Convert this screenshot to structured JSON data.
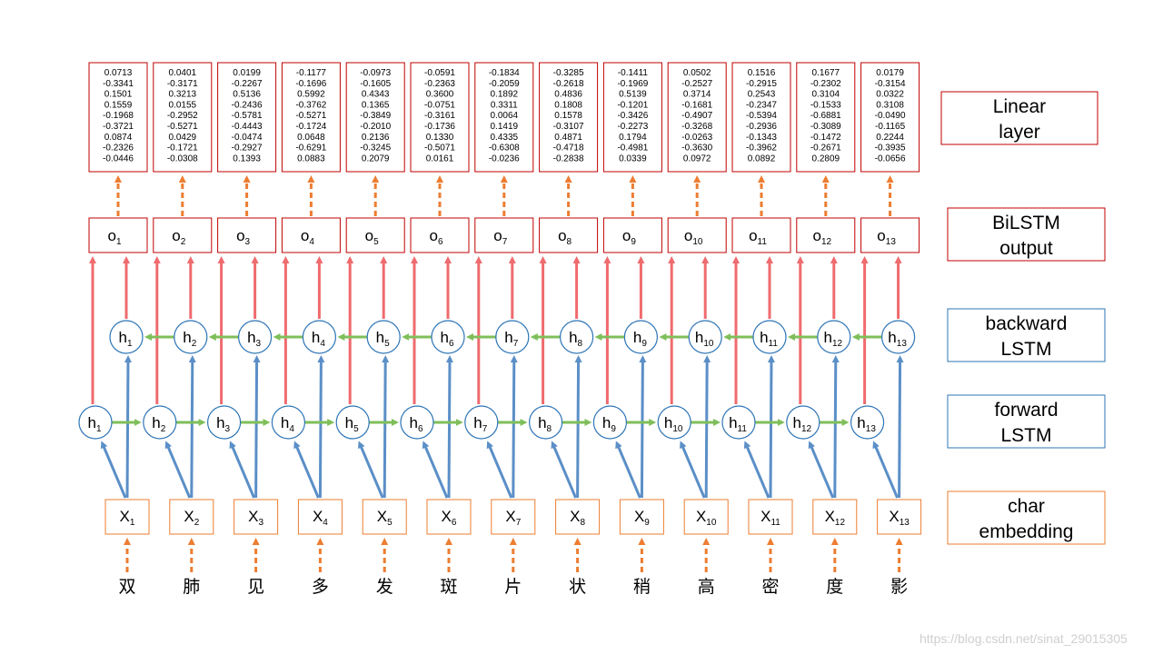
{
  "colors": {
    "red": "#e8383d",
    "red_arrow": "#ef6b6e",
    "blue": "#5b8fc7",
    "blue_border": "#2e75b6",
    "green": "#7fbf5a",
    "orange": "#ed7d31",
    "dark_red_border": "#c00000"
  },
  "layer_labels": [
    {
      "key": "linear",
      "lines": [
        "Linear",
        "layer"
      ],
      "color": "#c00000"
    },
    {
      "key": "bilstm_output",
      "lines": [
        "BiLSTM",
        "output"
      ],
      "color": "#c00000"
    },
    {
      "key": "backward",
      "lines": [
        "backward",
        "LSTM"
      ],
      "color": "#2e75b6"
    },
    {
      "key": "forward",
      "lines": [
        "forward",
        "LSTM"
      ],
      "color": "#2e75b6"
    },
    {
      "key": "char_embedding",
      "lines": [
        "char",
        "embedding"
      ],
      "color": "#ed7d31"
    }
  ],
  "chars": [
    "双",
    "肺",
    "见",
    "多",
    "发",
    "斑",
    "片",
    "状",
    "稍",
    "高",
    "密",
    "度",
    "影"
  ],
  "output_symbol": "o",
  "hidden_symbol": "h",
  "input_symbol": "x",
  "linear_vectors": [
    [
      "0.0713",
      "-0.3341",
      "0.1501",
      "0.1559",
      "-0.1968",
      "-0.3721",
      "0.0874",
      "-0.2326",
      "-0.0446"
    ],
    [
      "0.0401",
      "-0.3171",
      "0.3213",
      "0.0155",
      "-0.2952",
      "-0.5271",
      "0.0429",
      "-0.1721",
      "-0.0308"
    ],
    [
      "0.0199",
      "-0.2267",
      "0.5136",
      "-0.2436",
      "-0.5781",
      "-0.4443",
      "-0.0474",
      "-0.2927",
      "0.1393"
    ],
    [
      "-0.1177",
      "-0.1696",
      "0.5992",
      "-0.3762",
      "-0.5271",
      "-0.1724",
      "0.0648",
      "-0.6291",
      "0.0883"
    ],
    [
      "-0.0973",
      "-0.1605",
      "0.4343",
      "0.1365",
      "-0.3849",
      "-0.2010",
      "0.2136",
      "-0.3245",
      "0.2079"
    ],
    [
      "-0.0591",
      "-0.2363",
      "0.3600",
      "-0.0751",
      "-0.3161",
      "-0.1736",
      "0.1330",
      "-0.5071",
      "0.0161"
    ],
    [
      "-0.1834",
      "-0.2059",
      "0.1892",
      "0.3311",
      "0.0064",
      "0.1419",
      "0.4335",
      "-0.6308",
      "-0.0236"
    ],
    [
      "-0.3285",
      "-0.2618",
      "0.4836",
      "0.1808",
      "0.1578",
      "-0.3107",
      "0.4871",
      "-0.4718",
      "-0.2838"
    ],
    [
      "-0.1411",
      "-0.1969",
      "0.5139",
      "-0.1201",
      "-0.3426",
      "-0.2273",
      "0.1794",
      "-0.4981",
      "0.0339"
    ],
    [
      "0.0502",
      "-0.2527",
      "0.3714",
      "-0.1681",
      "-0.4907",
      "-0.3268",
      "-0.0263",
      "-0.3630",
      "0.0972"
    ],
    [
      "0.1516",
      "-0.2915",
      "0.2543",
      "-0.2347",
      "-0.5394",
      "-0.2936",
      "-0.1343",
      "-0.3962",
      "0.0892"
    ],
    [
      "0.1677",
      "-0.2302",
      "0.3104",
      "-0.1533",
      "-0.6881",
      "-0.3089",
      "-0.1472",
      "-0.2671",
      "0.2809"
    ],
    [
      "0.0179",
      "-0.3154",
      "0.0322",
      "0.3108",
      "-0.0490",
      "-0.1165",
      "0.2244",
      "-0.3935",
      "-0.0656"
    ]
  ],
  "watermark": "https://blog.csdn.net/sinat_29015305"
}
